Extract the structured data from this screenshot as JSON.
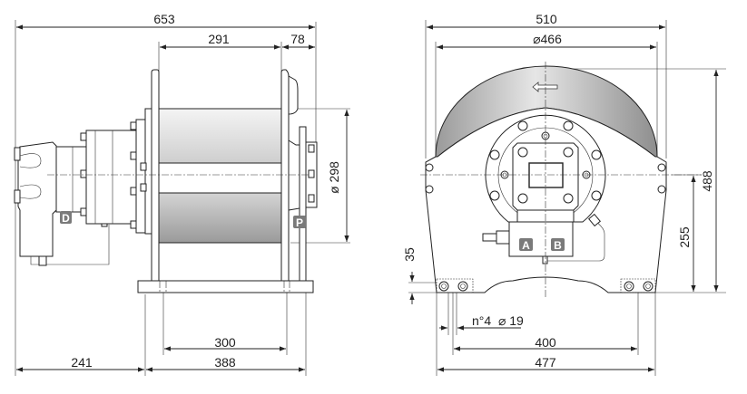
{
  "side_view": {
    "dims": {
      "overall_length": "653",
      "drum_length": "291",
      "right_offset": "78",
      "drum_diameter": "ø 298",
      "motor_overhang": "241",
      "frame_width": "388",
      "foot_spacing": "300"
    },
    "ports": {
      "drain": "D",
      "pressure": "P"
    }
  },
  "front_view": {
    "dims": {
      "overall_width": "510",
      "flange_diameter": "⌀466",
      "overall_height": "488",
      "axis_height": "255",
      "foot_height": "35",
      "holes": "n°4  ⌀ 19",
      "hole_spacing": "400",
      "base_width": "477"
    },
    "ports": {
      "a": "A",
      "b": "B"
    }
  }
}
